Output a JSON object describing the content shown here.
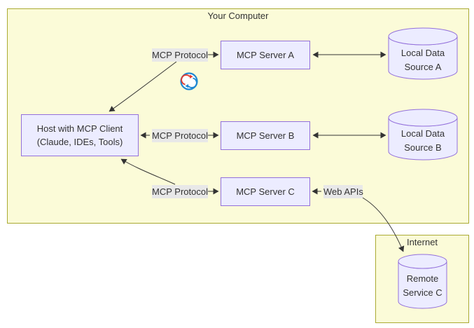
{
  "diagram": {
    "groups": {
      "computer": {
        "label": "Your Computer"
      },
      "internet": {
        "label": "Internet"
      }
    },
    "nodes": {
      "host": {
        "lines": [
          "Host with MCP Client",
          "(Claude, IDEs, Tools)"
        ]
      },
      "server_a": {
        "label": "MCP Server A"
      },
      "server_b": {
        "label": "MCP Server B"
      },
      "server_c": {
        "label": "MCP Server C"
      },
      "ds_a": {
        "lines": [
          "Local",
          "Data Source A"
        ]
      },
      "ds_b": {
        "lines": [
          "Local",
          "Data Source B"
        ]
      },
      "remote_c": {
        "lines": [
          "Remote",
          "Service C"
        ]
      }
    },
    "edge_labels": {
      "protocol_a": "MCP Protocol",
      "protocol_b": "MCP Protocol",
      "protocol_c": "MCP Protocol",
      "web_apis": "Web APIs"
    },
    "icons": {
      "sync": "sync-icon"
    },
    "colors": {
      "group_fill": "#fbfbd8",
      "group_border": "#aaaa33",
      "node_fill": "#ececff",
      "node_border": "#9370db",
      "edge_label_bg": "#e8e8e8",
      "arrow": "#333333",
      "text": "#333333",
      "sync_ring_blue": "#2088d2",
      "sync_arrow_red": "#e23b2e"
    }
  }
}
